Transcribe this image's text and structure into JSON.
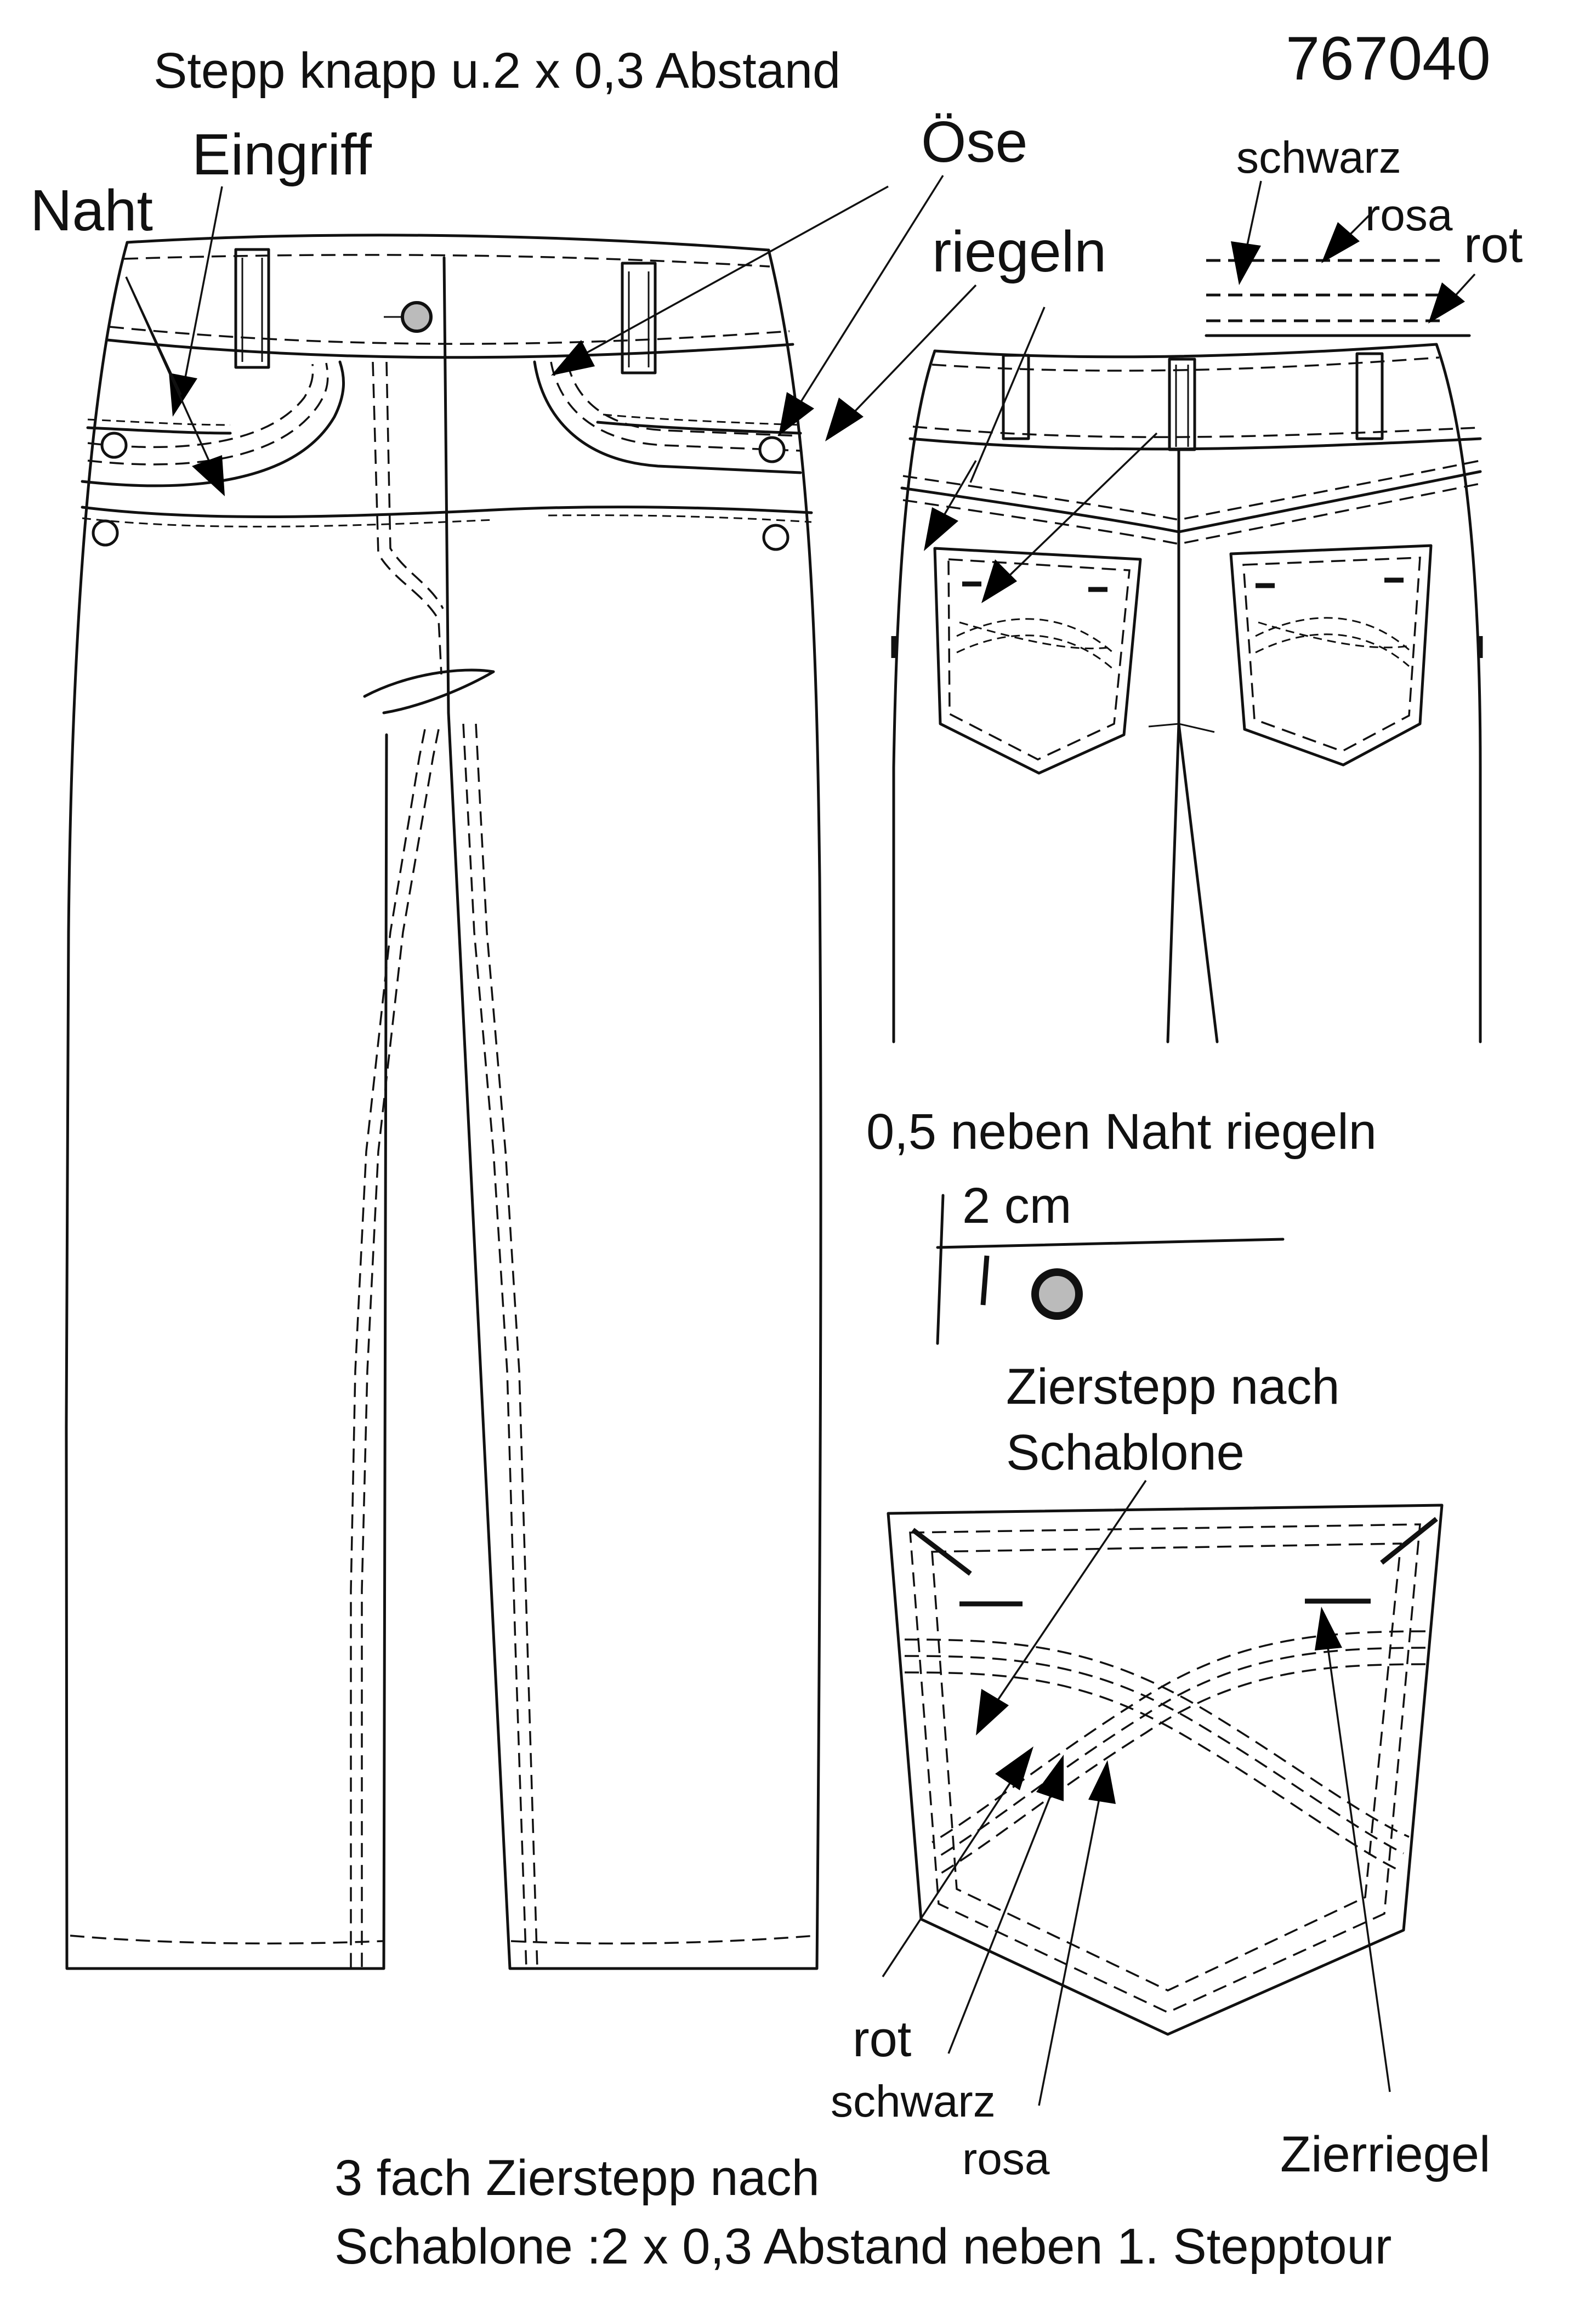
{
  "article_number": "767040",
  "labels": {
    "stepp_knapp": "Stepp knapp u.2 x 0,3 Abstand",
    "eingriff": "Eingriff",
    "naht": "Naht",
    "oese": "Öse",
    "riegeln": "riegeln",
    "neben_naht": "0,5 neben Naht riegeln",
    "two_cm": "2 cm",
    "zierstepp_line1": "Zierstepp nach",
    "zierstepp_line2": "Schablone",
    "rot_pocket": "rot",
    "schwarz_pocket": "schwarz",
    "rosa_pocket": "rosa",
    "zierriegel": "Zierriegel",
    "footer_line1": "3 fach Zierstepp nach",
    "footer_line2": "Schablone  :2 x 0,3 Abstand neben 1. Stepptour"
  },
  "thread_legend": {
    "schwarz": "schwarz",
    "rosa": "rosa",
    "rot": "rot"
  }
}
